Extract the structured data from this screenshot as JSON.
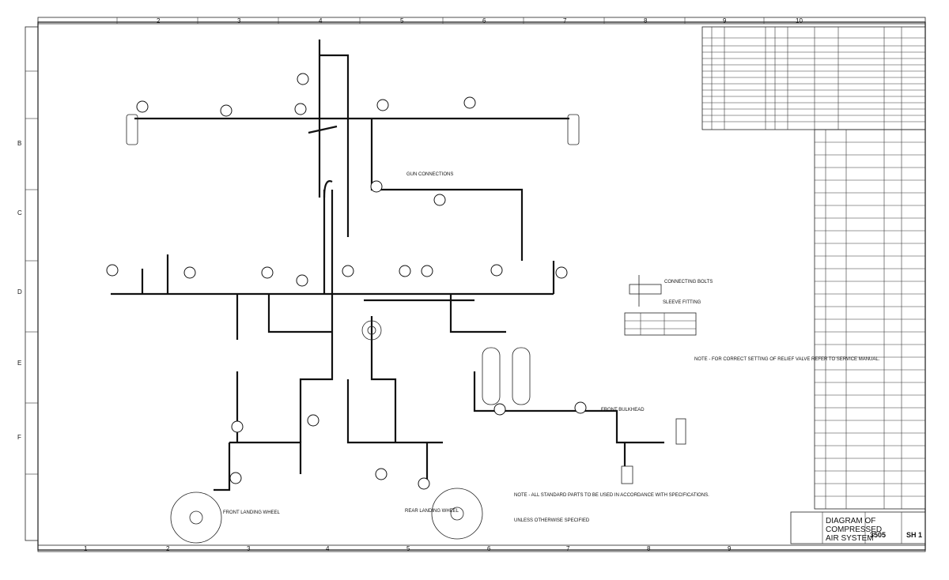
{
  "drawing": {
    "title_line1": "DIAGRAM OF",
    "title_line2": "COMPRESSED",
    "title_line3": "AIR SYSTEM",
    "drawing_number": "3505",
    "sheet": "SH 1"
  },
  "zones": {
    "top": [
      "2",
      "3",
      "4",
      "5",
      "6",
      "7",
      "8",
      "9",
      "10"
    ],
    "bottom": [
      "1",
      "2",
      "3",
      "4",
      "5",
      "6",
      "7",
      "8",
      "9"
    ],
    "left": [
      "B",
      "C",
      "D",
      "E",
      "F"
    ]
  },
  "notes": {
    "detail_header": "CONNECTING BOLTS",
    "sleeve_note": "SLEEVE FITTING",
    "note_a": "NOTE - FOR CORRECT SETTING OF RELIEF VALVE REFER TO SERVICE MANUAL.",
    "note_b": "NOTE - ALL STANDARD PARTS TO BE USED IN ACCORDANCE WITH SPECIFICATIONS.",
    "unless_note": "UNLESS OTHERWISE SPECIFIED",
    "wheel_left_label": "FRONT LANDING WHEEL",
    "wheel_right_label": "REAR LANDING WHEEL",
    "front_bulkhead": "FRONT BULKHEAD",
    "gun_connections": "GUN CONNECTIONS"
  }
}
